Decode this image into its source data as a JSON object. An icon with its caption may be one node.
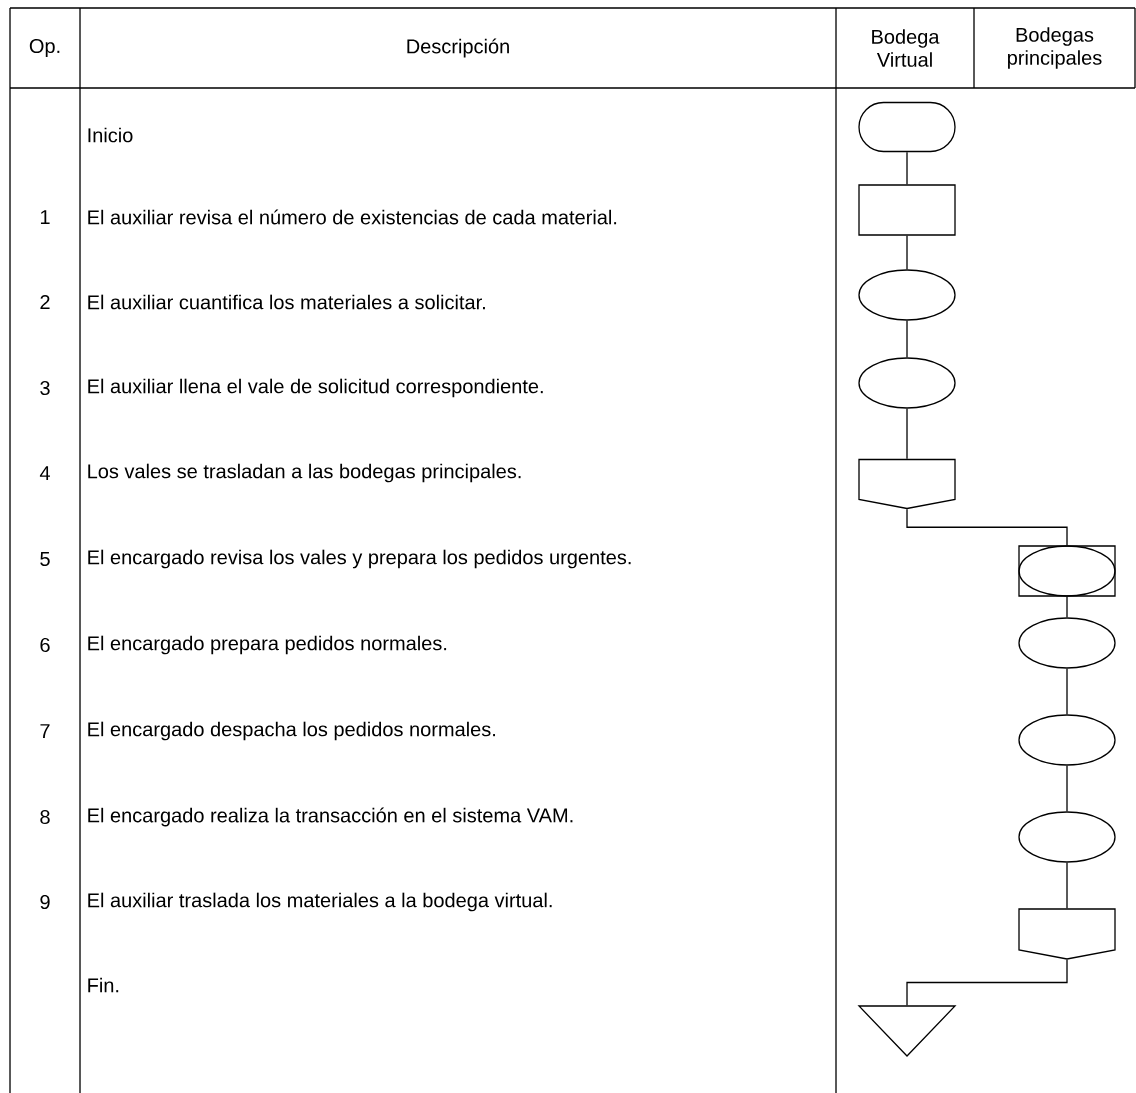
{
  "diagram": {
    "nodes": [
      {
        "text": [],
        "shape": "terminal"
      },
      {
        "text": [],
        "shape": "box"
      },
      {
        "text": [],
        "shape": "ellipse"
      },
      {
        "text": [],
        "shape": "ellipse"
      },
      {
        "text": [],
        "shape": "pentagon"
      },
      {
        "text": [],
        "shape": "combined"
      },
      {
        "text": [],
        "shape": "ellipse"
      },
      {
        "text": [],
        "shape": "ellipse"
      },
      {
        "text": [],
        "shape": "ellipse"
      },
      {
        "text": [],
        "shape": "pentagon"
      },
      {
        "text": [],
        "shape": "triangle"
      }
    ],
    "edges": [
      {
        "from": 0,
        "to": 1,
        "arrow": "none"
      },
      {
        "from": 1,
        "to": 2,
        "arrow": "none"
      },
      {
        "from": 2,
        "to": 3,
        "arrow": "none"
      },
      {
        "from": 3,
        "to": 4,
        "arrow": "none"
      },
      {
        "from": 4,
        "to": 5,
        "arrow": "none"
      },
      {
        "from": 5,
        "to": 6,
        "arrow": "none"
      },
      {
        "from": 6,
        "to": 7,
        "arrow": "none"
      },
      {
        "from": 7,
        "to": 8,
        "arrow": "none"
      },
      {
        "from": 8,
        "to": 9,
        "arrow": "none"
      },
      {
        "from": 9,
        "to": 10,
        "arrow": "none"
      }
    ],
    "labels": [
      "Op.",
      "Descripción",
      "Bodega Virtual",
      "Bodegas principales",
      "Inicio",
      "1",
      "El auxiliar revisa el número de existencias de cada material.",
      "2",
      "El auxiliar cuantifica los materiales a solicitar.",
      "3",
      "El auxiliar llena el vale de solicitud correspondiente.",
      "4",
      "Los vales se trasladan a las bodegas principales.",
      "5",
      "El encargado revisa los vales y prepara los pedidos urgentes.",
      "6",
      "El encargado prepara pedidos normales.",
      "7",
      "El encargado despacha los pedidos normales.",
      "8",
      "El encargado realiza la transacción en el sistema VAM.",
      "9",
      "El auxiliar traslada los materiales a la bodega virtual.",
      "Fin."
    ]
  }
}
